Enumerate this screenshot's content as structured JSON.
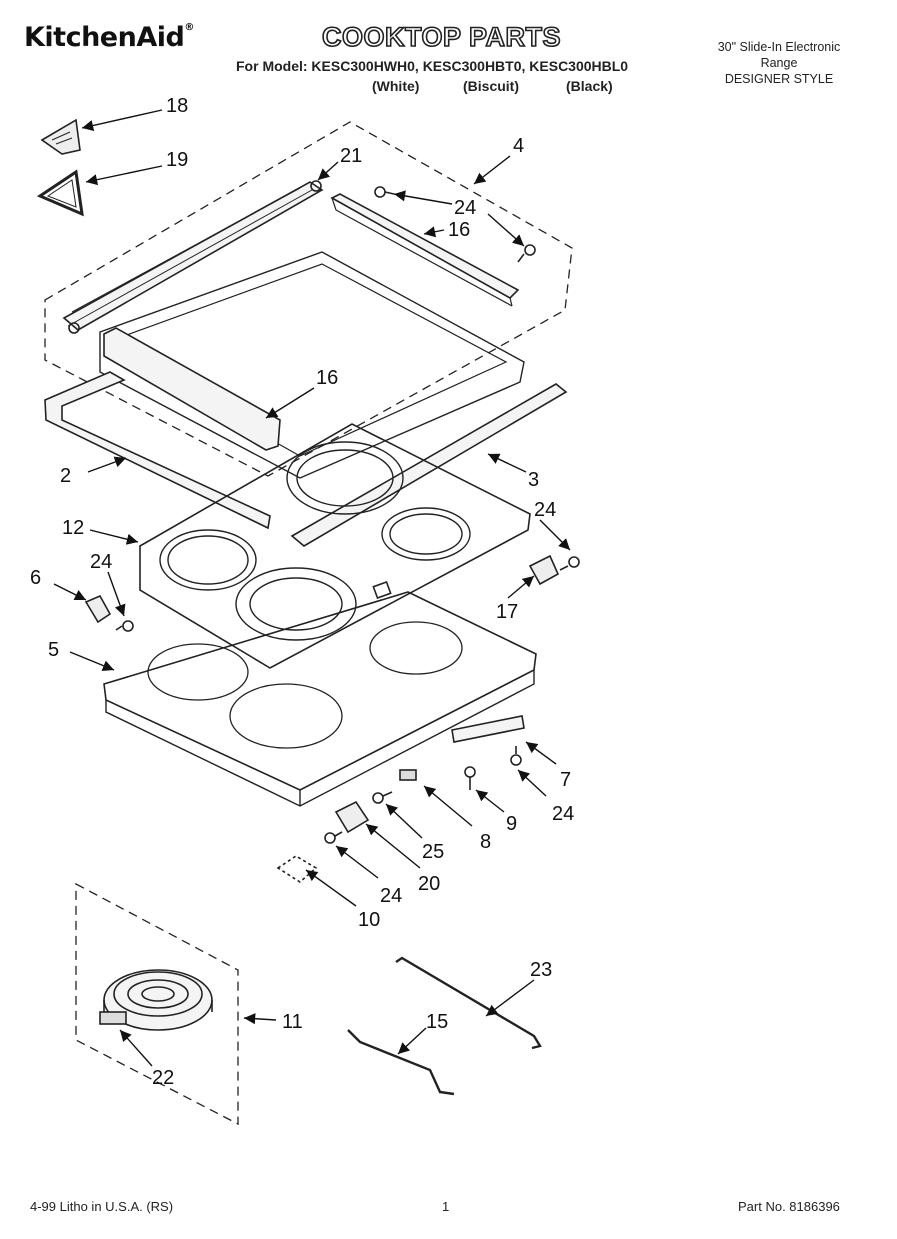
{
  "header": {
    "brand": "KitchenAid",
    "brand_mark": "®",
    "title": "COOKTOP PARTS",
    "models_line": "For Model: KESC300HWH0, KESC300HBT0, KESC300HBL0",
    "color_white": "(White)",
    "color_biscuit": "(Biscuit)",
    "color_black": "(Black)",
    "range_line1": "30\" Slide-In Electronic",
    "range_line2": "Range",
    "range_line3": "DESIGNER STYLE"
  },
  "callouts": {
    "c18": "18",
    "c19": "19",
    "c21": "21",
    "c4": "4",
    "c24a": "24",
    "c16a": "16",
    "c16b": "16",
    "c2": "2",
    "c3": "3",
    "c12": "12",
    "c24b": "24",
    "c24c": "24",
    "c6": "6",
    "c17": "17",
    "c5": "5",
    "c7": "7",
    "c24d": "24",
    "c9": "9",
    "c8": "8",
    "c25": "25",
    "c20": "20",
    "c24e": "24",
    "c10": "10",
    "c23": "23",
    "c15": "15",
    "c11": "11",
    "c22": "22"
  },
  "footer": {
    "litho": "4-99 Litho in U.S.A. (RS)",
    "page": "1",
    "part_no": "Part No. 8186396"
  }
}
